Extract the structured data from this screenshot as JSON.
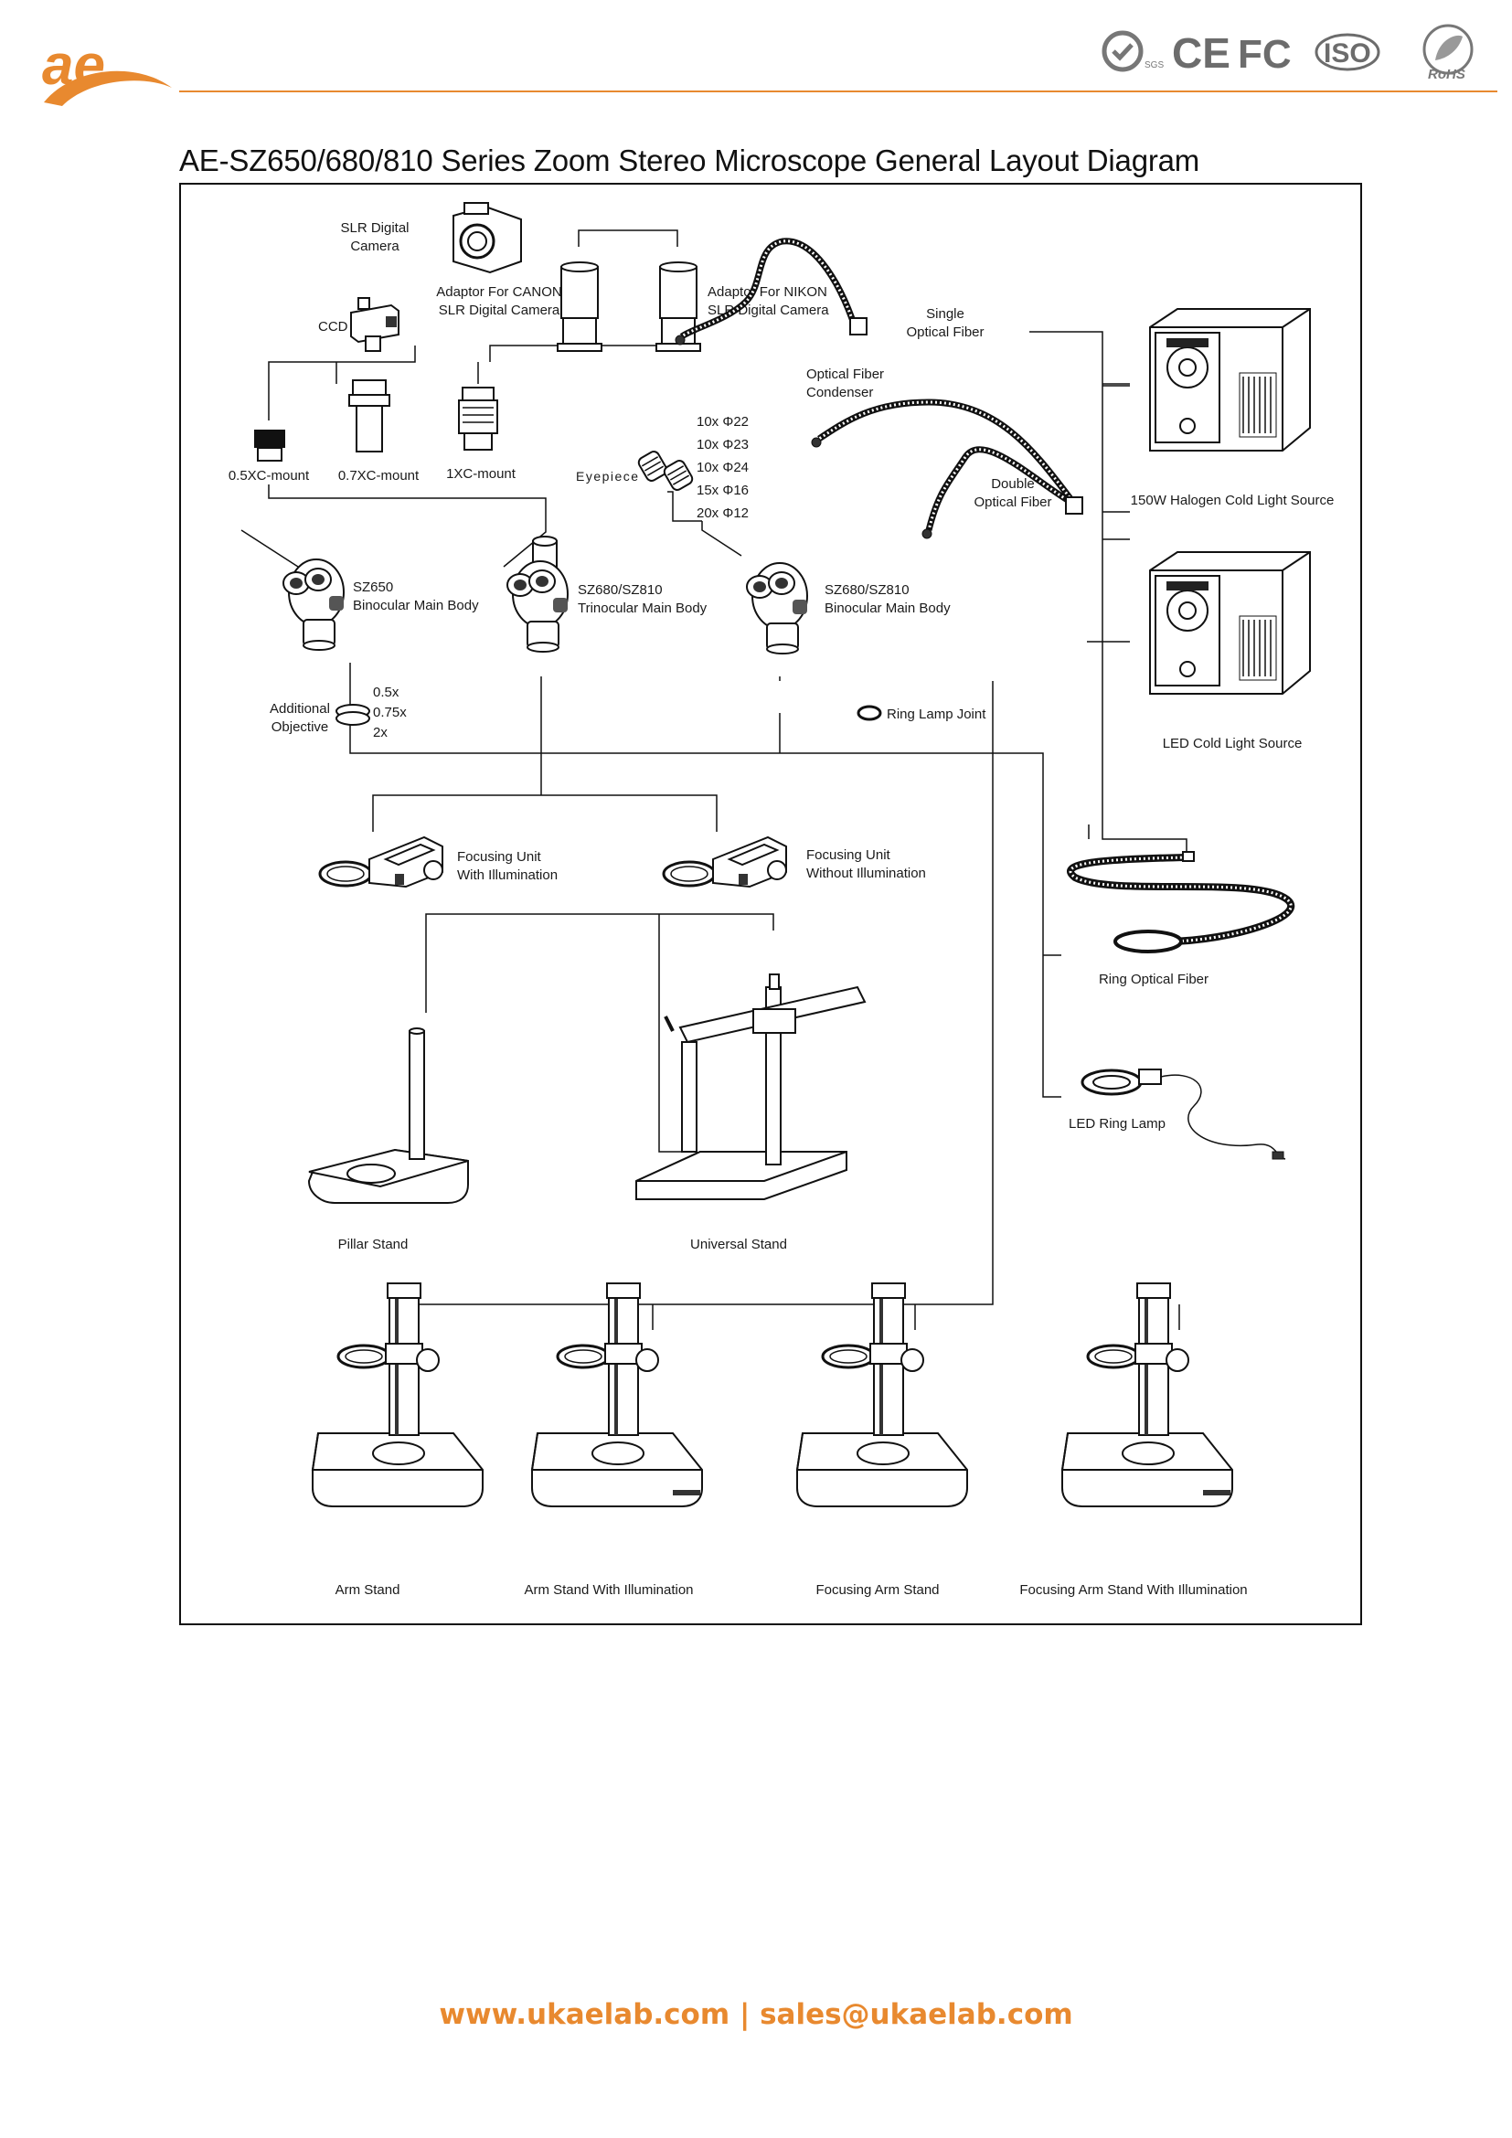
{
  "header": {
    "logo_text": "ae",
    "certifications": [
      "SGS",
      "CE",
      "FC",
      "ISO",
      "RoHS"
    ],
    "accent_color": "#e8892f"
  },
  "title": "AE-SZ650/680/810 Series Zoom Stereo Microscope General Layout Diagram",
  "diagram": {
    "cameras": {
      "slr": [
        "SLR Digital",
        "Camera"
      ],
      "adaptor_canon": [
        "Adaptor For CANON",
        "SLR Digital Camera"
      ],
      "adaptor_nikon": [
        "Adaptor For NIKON",
        "SLR Digital Camera"
      ],
      "ccd": "CCD"
    },
    "mounts": [
      "0.5XC-mount",
      "0.7XC-mount",
      "1XC-mount"
    ],
    "eyepiece": {
      "label": "Eyepiece",
      "options": [
        "10x Φ22",
        "10x Φ23",
        "10x Φ24",
        "15x Φ16",
        "20x Φ12"
      ]
    },
    "main_bodies": [
      {
        "model": "SZ650",
        "name": "Binocular Main Body"
      },
      {
        "model": "SZ680/SZ810",
        "name": "Trinocular Main Body"
      },
      {
        "model": "SZ680/SZ810",
        "name": "Binocular Main Body"
      }
    ],
    "objective": {
      "label": [
        "Additional",
        "Objective"
      ],
      "values": [
        "0.5x",
        "0.75x",
        "2x"
      ]
    },
    "ring_lamp_joint": "Ring Lamp Joint",
    "fibers": {
      "single": [
        "Single",
        "Optical Fiber"
      ],
      "condenser": [
        "Optical Fiber",
        "Condenser"
      ],
      "double": [
        "Double",
        "Optical Fiber"
      ],
      "ring": "Ring Optical Fiber"
    },
    "light_sources": [
      "150W Halogen Cold Light Source",
      "LED Cold Light Source"
    ],
    "led_ring_lamp": "LED Ring Lamp",
    "focusing_units": [
      [
        "Focusing Unit",
        "With Illumination"
      ],
      [
        "Focusing Unit",
        "Without Illumination"
      ]
    ],
    "stands": [
      "Pillar Stand",
      "Universal Stand"
    ],
    "arm_stands": [
      "Arm Stand",
      "Arm Stand With Illumination",
      "Focusing Arm Stand",
      "Focusing Arm Stand With Illumination"
    ]
  },
  "footer": {
    "website": "www.ukaelab.com",
    "separator": " | ",
    "email": "sales@ukaelab.com"
  }
}
